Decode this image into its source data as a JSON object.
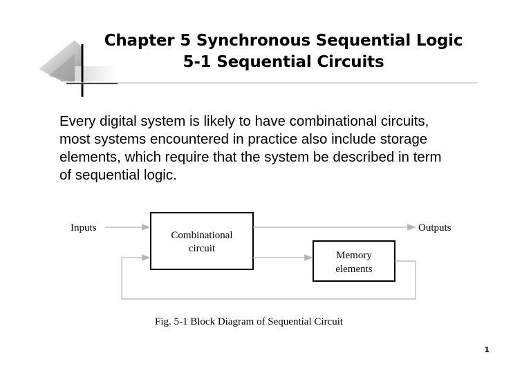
{
  "slide": {
    "title_line1": "Chapter 5 Synchronous Sequential Logic",
    "title_line2": "5-1 Sequential Circuits",
    "body_lines": [
      "Every digital system is likely to have combinational circuits,",
      "most systems encountered in practice also include storage",
      "elements, which require that the system be described in term",
      "of sequential logic."
    ],
    "page_number": "1"
  },
  "diagram": {
    "inputs_label": "Inputs",
    "outputs_label": "Outputs",
    "comb_line1": "Combinational",
    "comb_line2": "circuit",
    "mem_line1": "Memory",
    "mem_line2": "elements",
    "caption": "Fig. 5-1  Block Diagram of Sequential Circuit"
  }
}
